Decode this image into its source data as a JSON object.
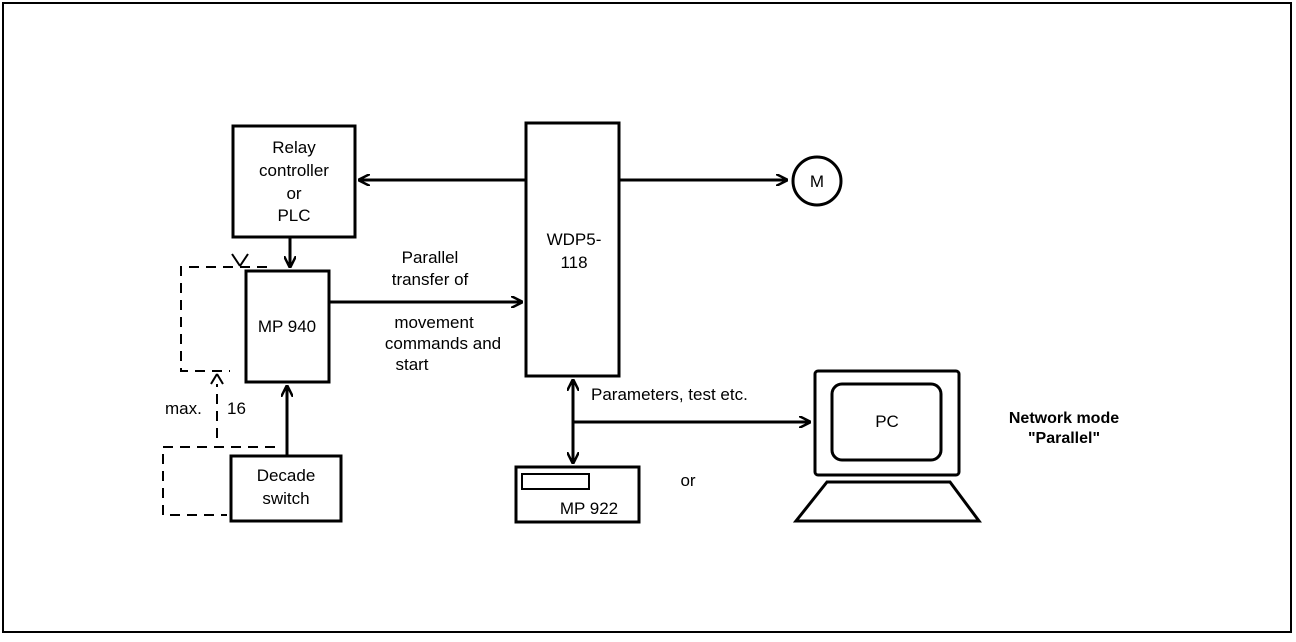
{
  "blocks": {
    "relay": [
      "Relay",
      "controller",
      "or",
      "PLC"
    ],
    "mp940": "MP 940",
    "decade": [
      "Decade",
      "switch"
    ],
    "wdp": [
      "WDP5-",
      "118"
    ],
    "motor": "M",
    "mp922": "MP  922",
    "pc": "PC"
  },
  "labels": {
    "parallel_transfer": [
      "Parallel",
      "transfer  of"
    ],
    "movement": [
      "movement",
      "commands  and",
      "start"
    ],
    "max": "max.",
    "max_count": "16",
    "parameters": "Parameters,  test  etc.",
    "or": "or",
    "network_mode": [
      "Network  mode",
      "\"Parallel\""
    ]
  }
}
